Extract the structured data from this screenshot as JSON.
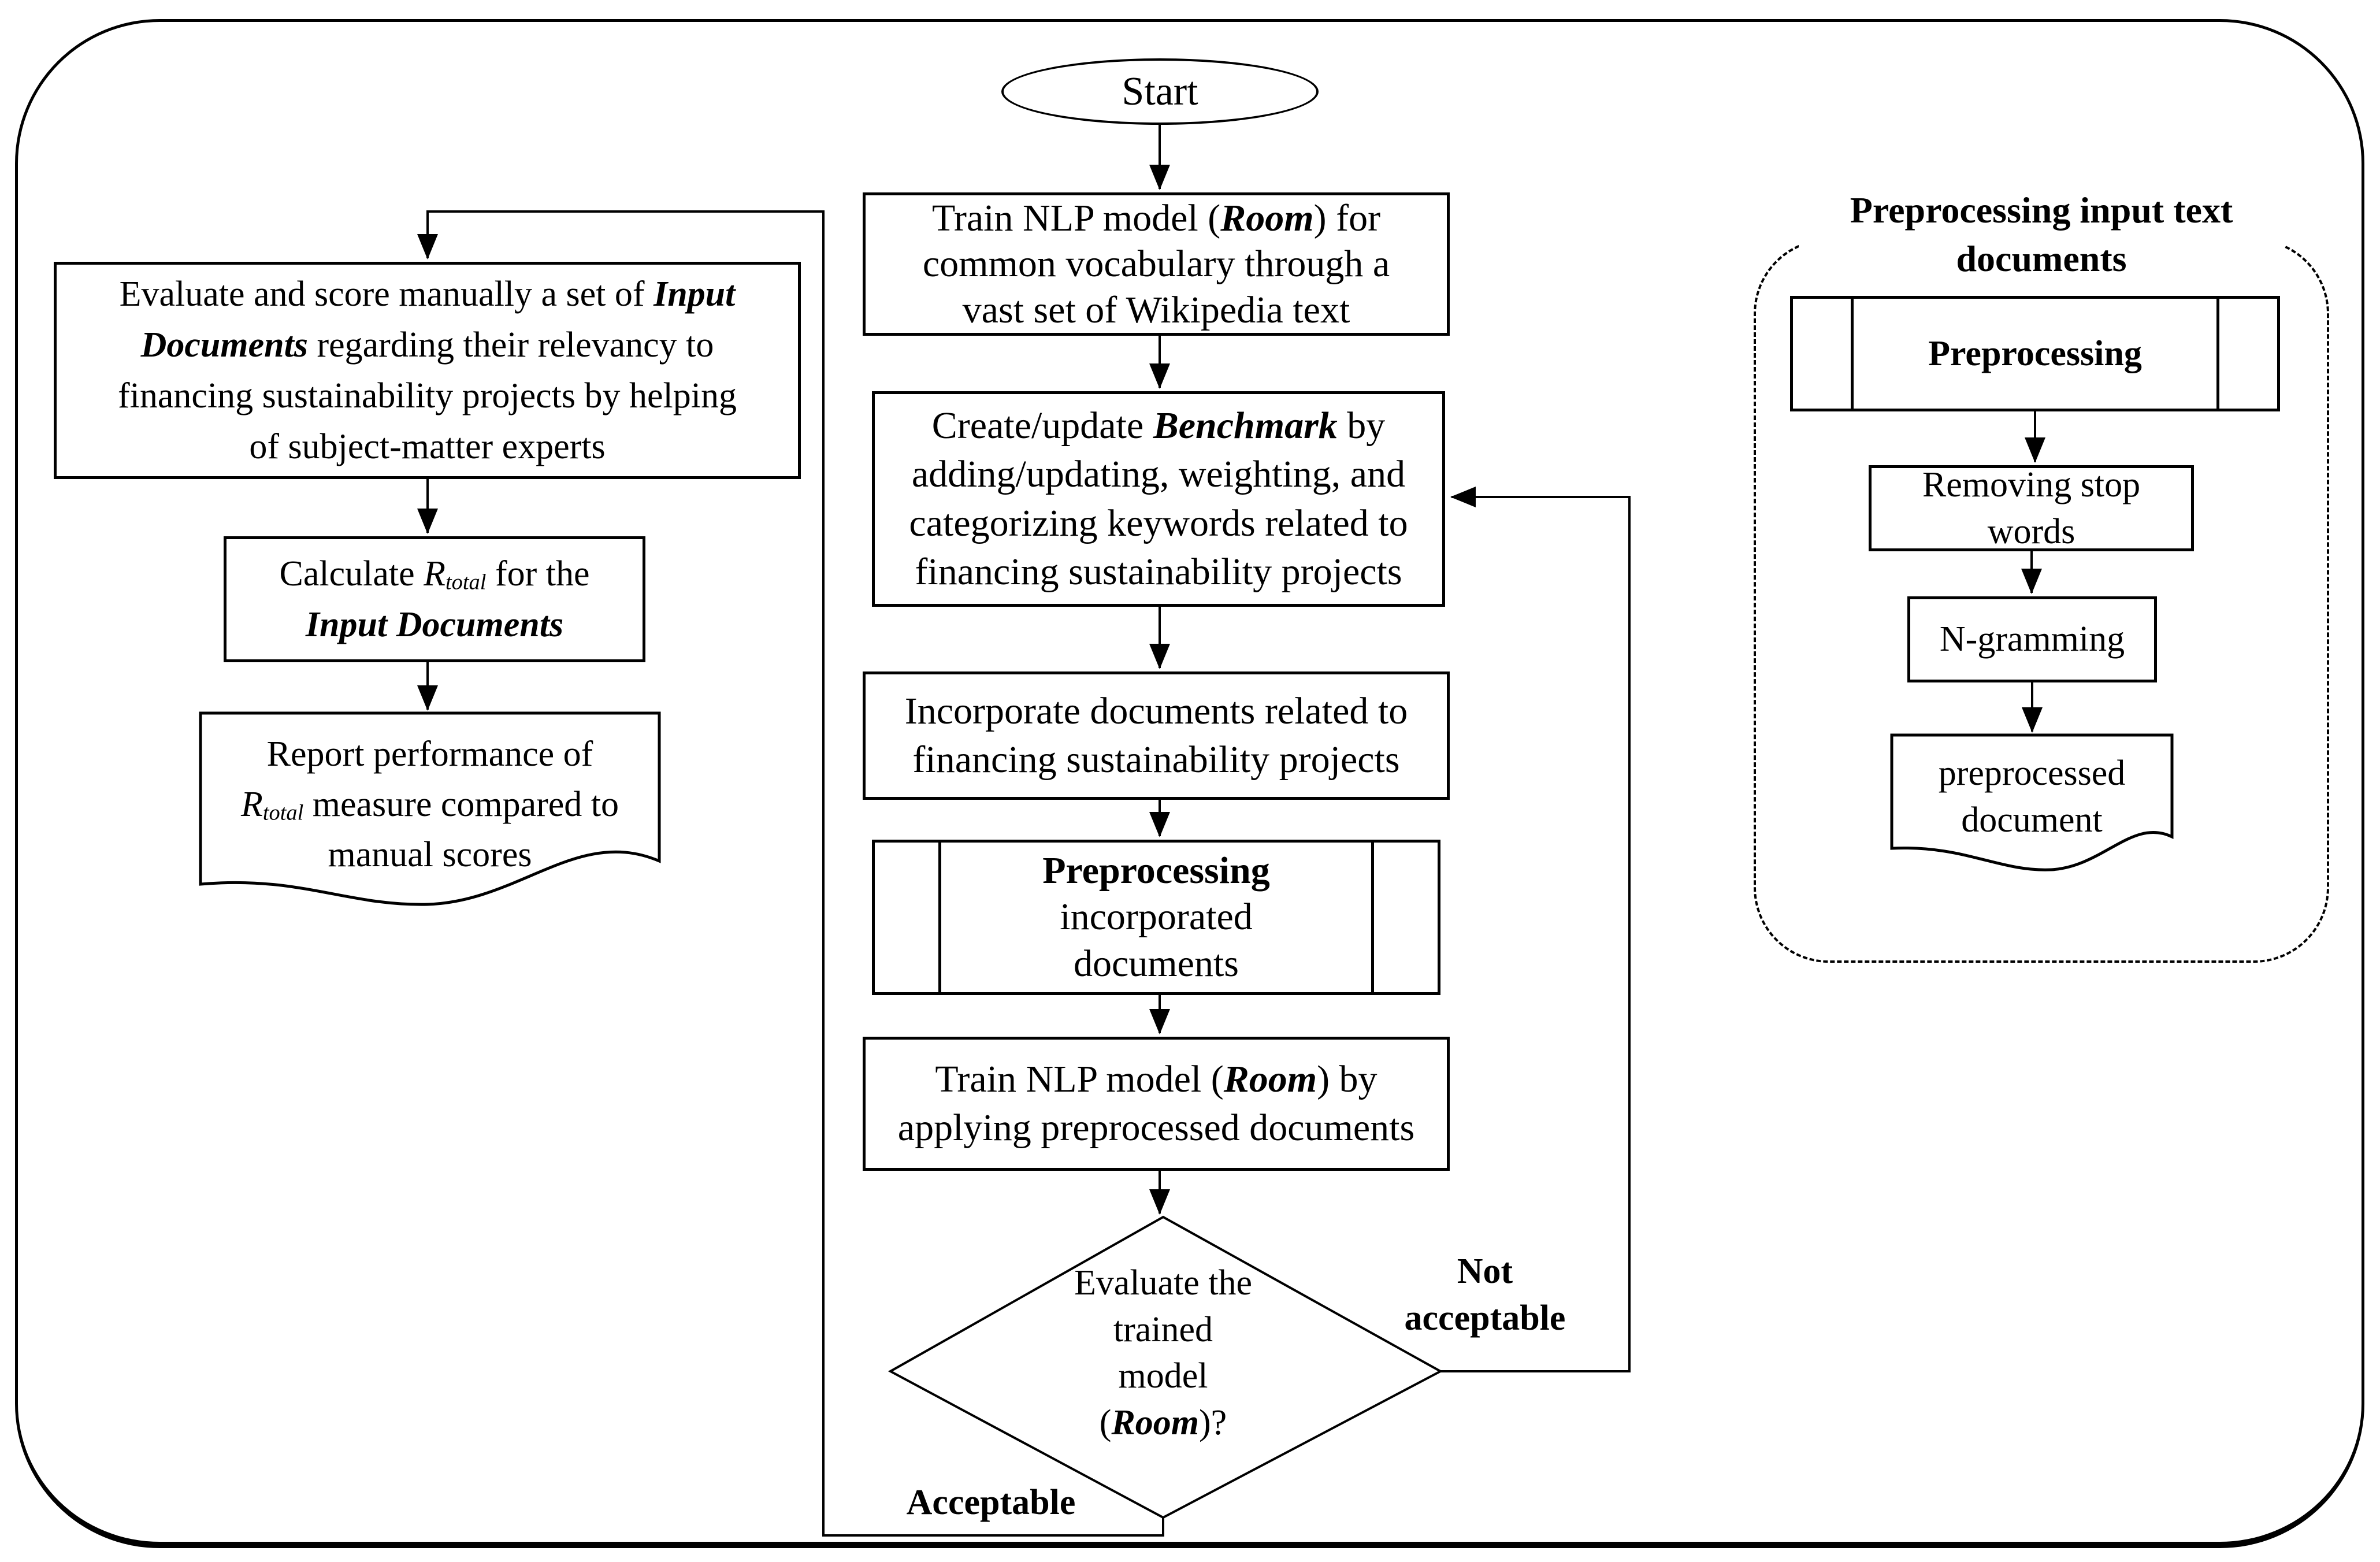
{
  "colors": {
    "line": "#000000",
    "background": "#ffffff",
    "text": "#000000"
  },
  "flow": {
    "start": {
      "label": "Start"
    },
    "train_wiki": {
      "lines": [
        [
          {
            "t": "Train NLP model ("
          },
          {
            "t": "Room",
            "b": true,
            "i": true
          },
          {
            "t": ") for"
          }
        ],
        [
          {
            "t": "common vocabulary through a"
          }
        ],
        [
          {
            "t": "vast set of Wikipedia text"
          }
        ]
      ]
    },
    "benchmark": {
      "lines": [
        [
          {
            "t": "Create/update "
          },
          {
            "t": "Benchmark",
            "b": true,
            "i": true
          },
          {
            "t": " by"
          }
        ],
        [
          {
            "t": "adding/updating, weighting, and"
          }
        ],
        [
          {
            "t": "categorizing keywords related to"
          }
        ],
        [
          {
            "t": "financing sustainability projects"
          }
        ]
      ]
    },
    "incorporate": {
      "lines": [
        [
          {
            "t": "Incorporate documents related to"
          }
        ],
        [
          {
            "t": "financing sustainability projects"
          }
        ]
      ]
    },
    "preprocess_incorporated": {
      "lines": [
        [
          {
            "t": "Preprocessing",
            "b": true
          }
        ],
        [
          {
            "t": "incorporated"
          }
        ],
        [
          {
            "t": "documents"
          }
        ]
      ]
    },
    "train_apply": {
      "lines": [
        [
          {
            "t": "Train NLP model ("
          },
          {
            "t": "Room",
            "b": true,
            "i": true
          },
          {
            "t": ") by"
          }
        ],
        [
          {
            "t": "applying preprocessed documents"
          }
        ]
      ]
    },
    "decision": {
      "lines": [
        [
          {
            "t": "Evaluate the"
          }
        ],
        [
          {
            "t": "trained"
          }
        ],
        [
          {
            "t": "model"
          }
        ],
        [
          {
            "t": "("
          },
          {
            "t": "Room",
            "b": true,
            "i": true
          },
          {
            "t": ")?"
          }
        ]
      ]
    },
    "acceptable_label": "Acceptable",
    "not_acceptable": {
      "lines": [
        [
          {
            "t": "Not",
            "b": true
          }
        ],
        [
          {
            "t": "acceptable",
            "b": true
          }
        ]
      ]
    }
  },
  "left_branch": {
    "evaluate_manual": {
      "lines": [
        [
          {
            "t": "Evaluate and score manually a set of "
          },
          {
            "t": "Input",
            "b": true,
            "i": true
          }
        ],
        [
          {
            "t": "Documents",
            "b": true,
            "i": true
          },
          {
            "t": " regarding their relevancy to"
          }
        ],
        [
          {
            "t": "financing sustainability projects by helping"
          }
        ],
        [
          {
            "t": "of subject-matter experts"
          }
        ]
      ]
    },
    "calculate": {
      "lines": [
        [
          {
            "t": "Calculate "
          },
          {
            "t": "R",
            "i": true
          },
          {
            "t": "total",
            "i": true,
            "sub": true
          },
          {
            "t": " for the"
          }
        ],
        [
          {
            "t": "Input Documents",
            "b": true,
            "i": true
          }
        ]
      ]
    },
    "report": {
      "lines": [
        [
          {
            "t": "Report performance of"
          }
        ],
        [
          {
            "t": "R",
            "i": true
          },
          {
            "t": "total",
            "i": true,
            "sub": true
          },
          {
            "t": " measure compared to"
          }
        ],
        [
          {
            "t": "manual scores"
          }
        ]
      ]
    }
  },
  "right_panel": {
    "title": {
      "lines": [
        [
          {
            "t": "Preprocessing input text",
            "b": true
          }
        ],
        [
          {
            "t": "documents",
            "b": true
          }
        ]
      ]
    },
    "preprocessing": {
      "lines": [
        [
          {
            "t": "Preprocessing",
            "b": true
          }
        ]
      ]
    },
    "removing_stop_words": {
      "lines": [
        [
          {
            "t": "Removing stop"
          }
        ],
        [
          {
            "t": "words"
          }
        ]
      ]
    },
    "n_gramming": {
      "lines": [
        [
          {
            "t": "N-gramming"
          }
        ]
      ]
    },
    "preprocessed_document": {
      "lines": [
        [
          {
            "t": "preprocessed"
          }
        ],
        [
          {
            "t": "document"
          }
        ]
      ]
    }
  }
}
